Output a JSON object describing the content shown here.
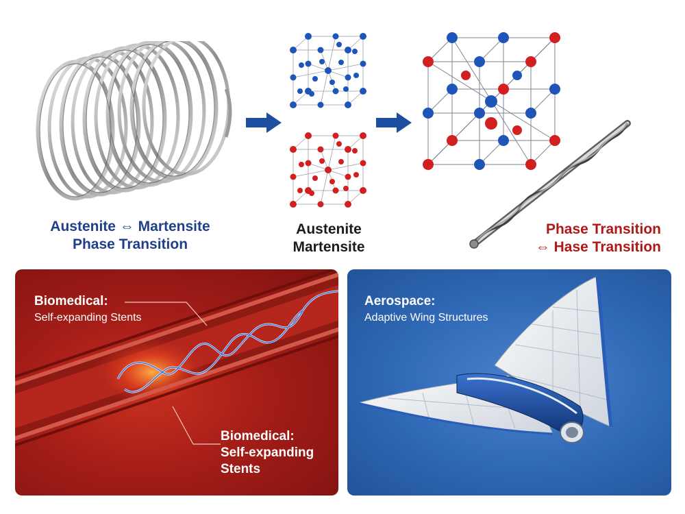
{
  "colors": {
    "blue_arrow": "#1d4fa0",
    "austenite_atom": "#1f55b8",
    "martensite_atom": "#d21f1f",
    "biomedical_bg": "#9e1a16",
    "aerospace_bg": "#2f68b5",
    "caption_blue": "#1f3f8a",
    "caption_red": "#b01818"
  },
  "top": {
    "spring_caption_line1": "Austenite ⇔ Martensite",
    "spring_caption_line2": "Phase Transition",
    "lattice_caption_line1": "Austenite",
    "lattice_caption_line2": "Martensite",
    "wire_caption_line1": "Phase Transition",
    "wire_caption_line2": "⇔ Hase Transition"
  },
  "biomedical": {
    "title": "Biomedical:",
    "subtitle": "Self-expanding Stents",
    "callout_line1": "Biomedical:",
    "callout_line2": "Self-expanding",
    "callout_line3": "Stents"
  },
  "aerospace": {
    "title": "Aerospace:",
    "subtitle": "Adaptive Wing Structures"
  }
}
